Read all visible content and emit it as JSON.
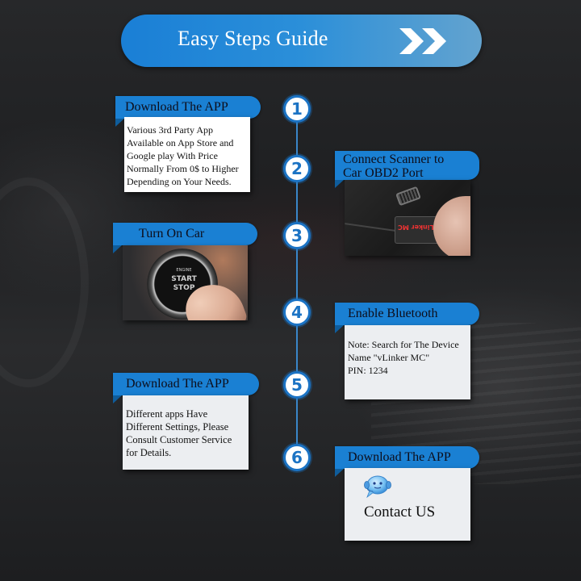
{
  "header": {
    "title": "Easy Steps Guide",
    "icon": "double-chevron-right-icon",
    "gradient": [
      "#1a7fd6",
      "#63a3cf"
    ]
  },
  "colors": {
    "accent": "#1a80d3",
    "timeline": "#1b73c4",
    "card_body": "#eceef1",
    "background": "#1f2022"
  },
  "steps": [
    {
      "number": "1",
      "title": "Download The APP",
      "lines": [
        "Various 3rd Party App",
        "Available on App Store and",
        "Google play With Price",
        "Normally From 0$ to Higher",
        "Depending on Your Needs."
      ]
    },
    {
      "number": "2",
      "title_lines": [
        "Connect Scanner to",
        "Car OBD2 Port"
      ],
      "image": "obd2-scanner-plugging-photo",
      "device_label": "vLinker MC"
    },
    {
      "number": "3",
      "title": "Turn On Car",
      "image": "engine-start-stop-button-photo",
      "button_text": {
        "small": "ENGINE",
        "line1": "START",
        "line2": "STOP"
      }
    },
    {
      "number": "4",
      "title": "Enable Bluetooth",
      "lines": [
        "Note: Search for The Device",
        "Name \"vLinker MC\"",
        "PIN: 1234"
      ]
    },
    {
      "number": "5",
      "title": "Download The APP",
      "lines": [
        "Different apps Have",
        "Different Settings, Please",
        "Consult Customer Service",
        "for Details."
      ]
    },
    {
      "number": "6",
      "title": "Download The APP",
      "icon": "customer-service-headset-icon",
      "contact_label": "Contact US"
    }
  ]
}
